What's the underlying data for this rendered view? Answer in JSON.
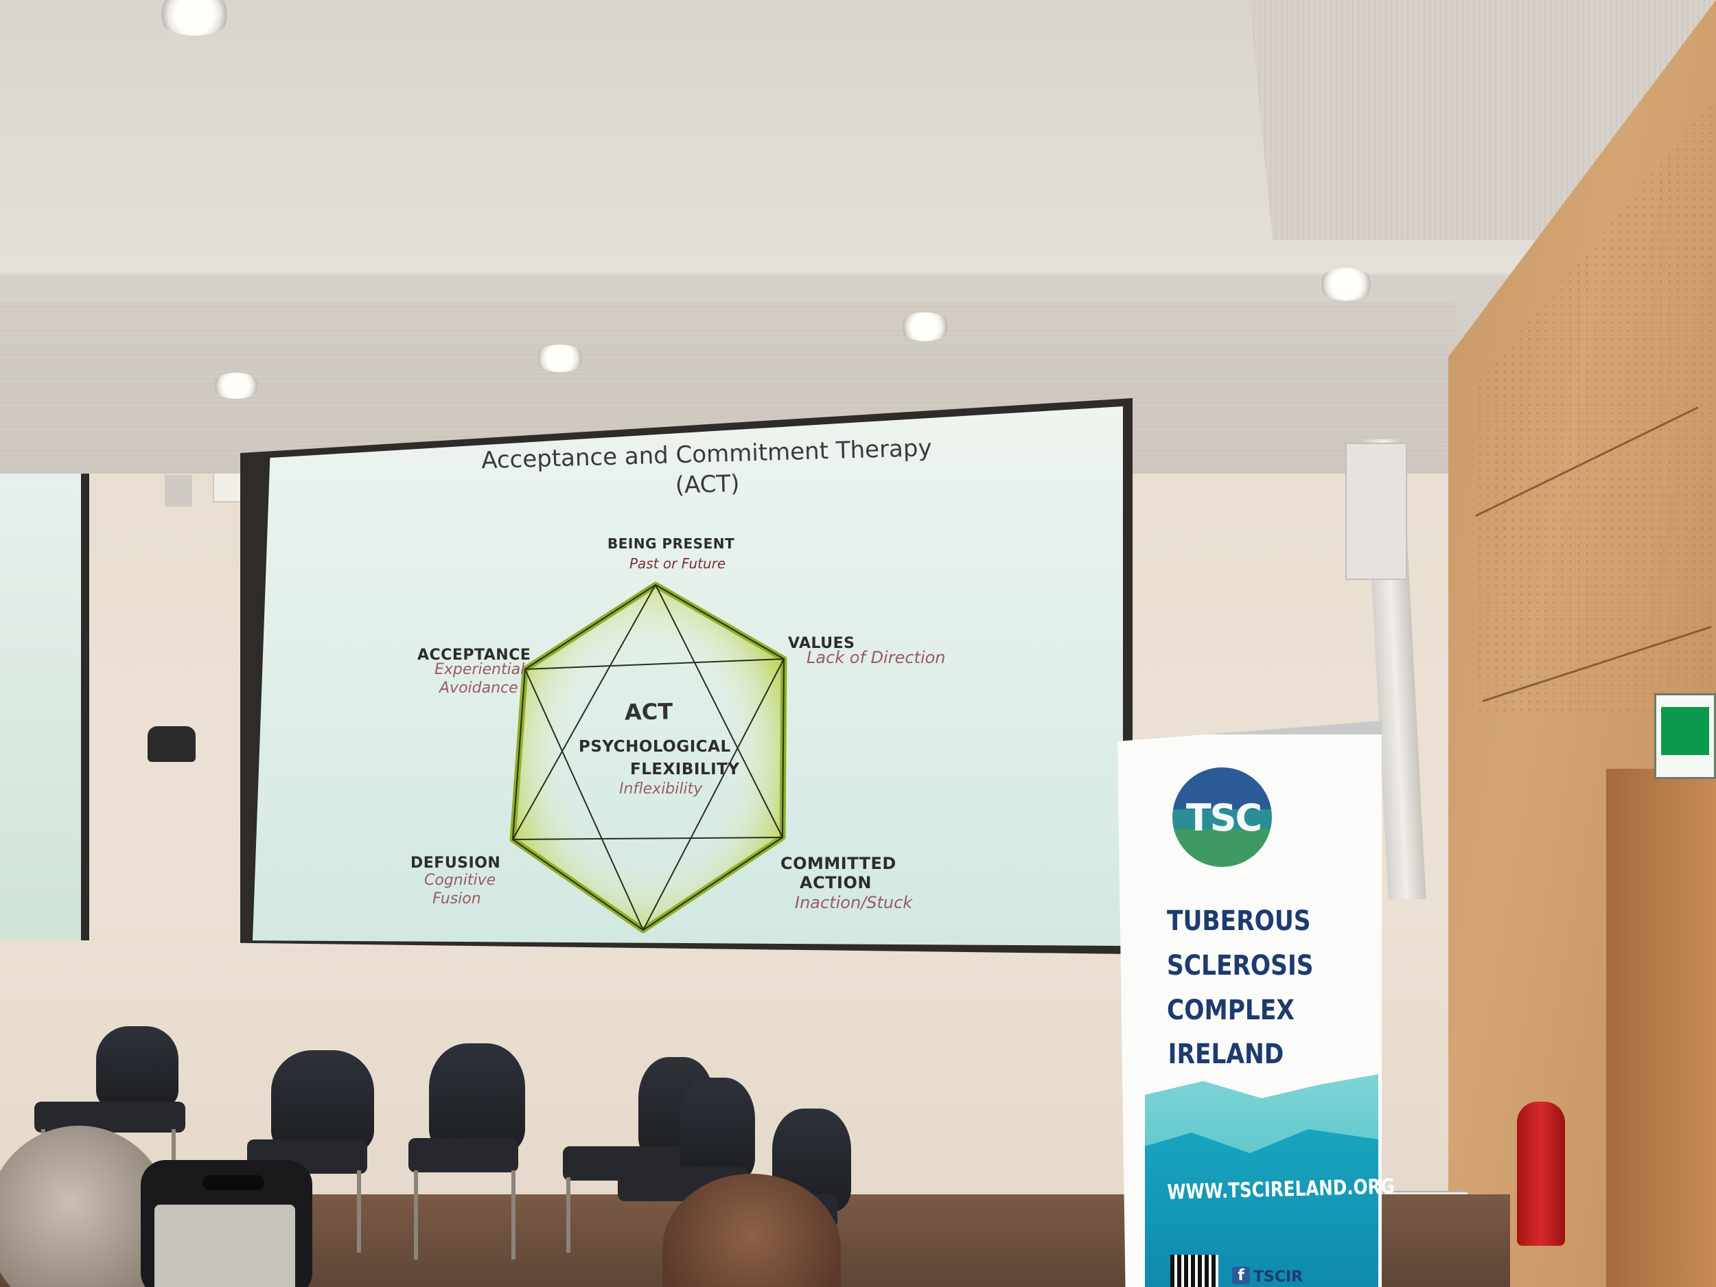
{
  "slide": {
    "title_line1": "Acceptance and Commitment Therapy",
    "title_line2": "(ACT)",
    "center": {
      "act": "ACT",
      "line1": "PSYCHOLOGICAL",
      "line2": "FLEXIBILITY",
      "sub": "Inflexibility"
    },
    "nodes": {
      "being_present": {
        "label": "BEING PRESENT",
        "sub": "Past or Future"
      },
      "values": {
        "label": "VALUES",
        "sub": "Lack of Direction"
      },
      "acceptance": {
        "label": "ACCEPTANCE",
        "sub1": "Experiential",
        "sub2": "Avoidance"
      },
      "defusion": {
        "label": "DEFUSION",
        "sub1": "Cognitive",
        "sub2": "Fusion"
      },
      "committed_action": {
        "label1": "COMMITTED",
        "label2": "ACTION",
        "sub": "Inaction/Stuck"
      }
    },
    "colors": {
      "hex_stroke": "#2b2f1a",
      "hex_glow": "#b9d24a",
      "sub_text": "#9a5a62"
    }
  },
  "banner": {
    "logo": "TSC",
    "name_lines": [
      "TUBEROUS",
      "SCLEROSIS",
      "COMPLEX",
      "IRELAND"
    ],
    "url": "WWW.TSCIRELAND.ORG",
    "social_partial": "TSCIR",
    "colors": {
      "navy": "#1d3b6f",
      "teal": "#1aa8c0"
    }
  }
}
